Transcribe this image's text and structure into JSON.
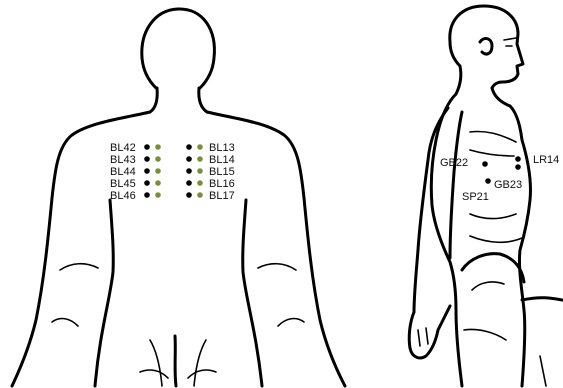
{
  "colors": {
    "outline": "#000000",
    "point_black": "#000000",
    "point_green": "#7a8f3a",
    "label": "#111111",
    "background": "#ffffff"
  },
  "back_figure": {
    "left_labels": [
      "BL42",
      "BL43",
      "BL44",
      "BL45",
      "BL46"
    ],
    "right_labels": [
      "BL13",
      "BL14",
      "BL15",
      "BL16",
      "BL17"
    ]
  },
  "side_figure": {
    "labels": {
      "lr14": "LR14",
      "gb22": "GB22",
      "gb23": "GB23",
      "sp21": "SP21"
    }
  }
}
